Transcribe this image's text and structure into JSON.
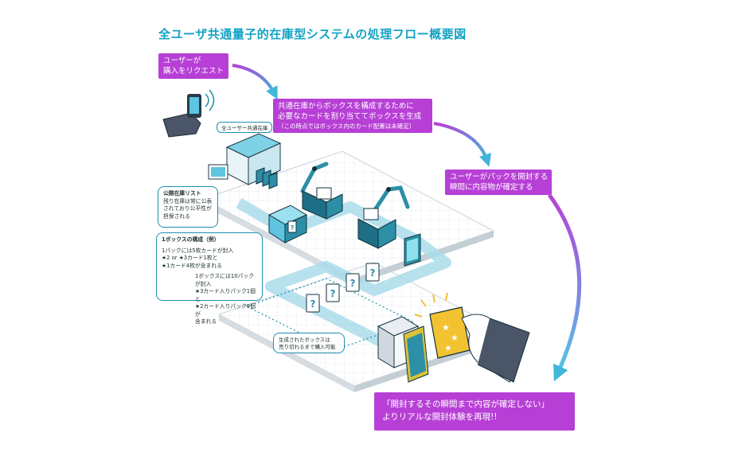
{
  "title": "全ユーザ共通量子的在庫型システムの処理フロー概要図",
  "steps": {
    "step1": {
      "line1": "ユーザーが",
      "line2": "購入をリクエスト"
    },
    "step2": {
      "line1": "共通在庫からボックスを構成するために",
      "line2": "必要なカードを割り当ててボックスを生成",
      "line3": "（この時点ではボックス内のカード配置は未確定）"
    },
    "step3": {
      "line1": "ユーザーがパックを開封する",
      "line2": "瞬間に内容物が確定する"
    },
    "final": {
      "line1": "「開封するその瞬間まで内容が確定しない」",
      "line2": "よりリアルな開封体験を再現!!"
    }
  },
  "labels": {
    "shared_inventory": "全ユーザー共通在庫",
    "generated_box": {
      "line1": "生成されたボックスは",
      "line2": "売り切れるまで購入可能"
    }
  },
  "notes": {
    "public_list": {
      "heading": "公開在庫リスト",
      "line1": "残り在庫は常に公表",
      "line2": "されており公平性が",
      "line3": "担保される"
    },
    "box_composition": {
      "heading": "1ボックスの構成（例）",
      "pack": {
        "line1": "1パックには5枚カードが封入",
        "line2": "★2 or ★3カード1枚と",
        "line3": "★1カード4枚が含まれる"
      },
      "box": {
        "line1": "1ボックスには10パックが封入",
        "line2": "★3カード入りパック1個と",
        "line3": "★2カード入りパック9個が",
        "line4": "含まれる"
      }
    }
  },
  "card_marks": {
    "unknown": "?",
    "star": "★"
  },
  "colors": {
    "title": "#12a3c4",
    "step_box": "#b73fd6",
    "note_border": "#1f8fb0",
    "arrow_start": "#b73fd6",
    "arrow_end": "#3fb7d9",
    "platform": "#e9eef2",
    "machine": "#2c8fa6"
  }
}
